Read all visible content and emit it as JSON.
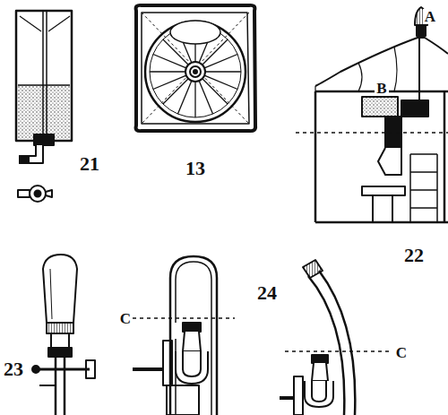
{
  "diagram": {
    "labels": [
      "A",
      "21",
      "13",
      "B",
      "22",
      "24",
      "C",
      "23",
      "C"
    ]
  }
}
